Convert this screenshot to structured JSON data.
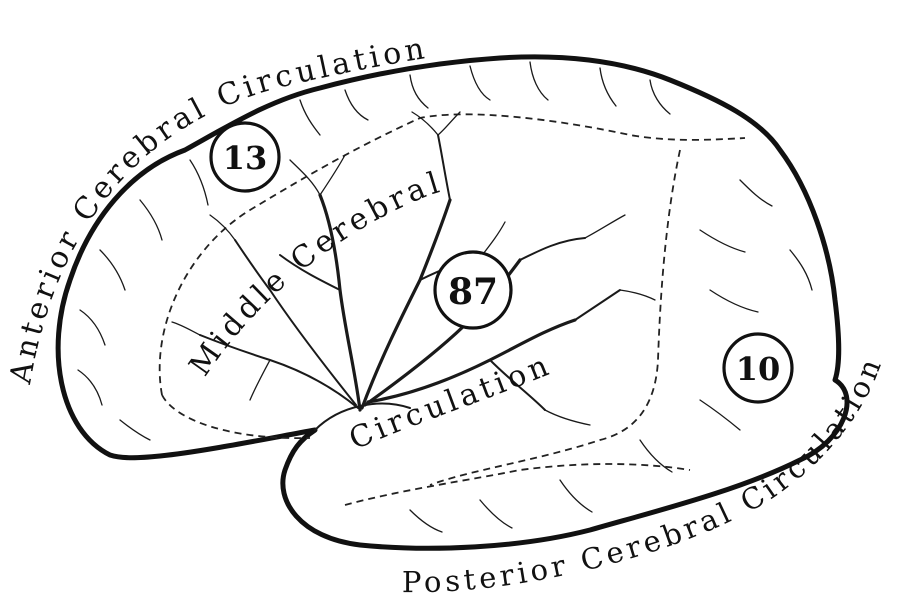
{
  "diagram": {
    "regions": [
      {
        "id": "anterior",
        "label": "Anterior Cerebral Circulation",
        "value": "13"
      },
      {
        "id": "middle-line1",
        "label": "Middle Cerebral",
        "value": "87"
      },
      {
        "id": "middle-line2",
        "label": "Circulation"
      },
      {
        "id": "posterior",
        "label": "Posterior Cerebral Circulation",
        "value": "10"
      }
    ]
  },
  "colors": {
    "ink": "#111111",
    "background": "#ffffff"
  }
}
